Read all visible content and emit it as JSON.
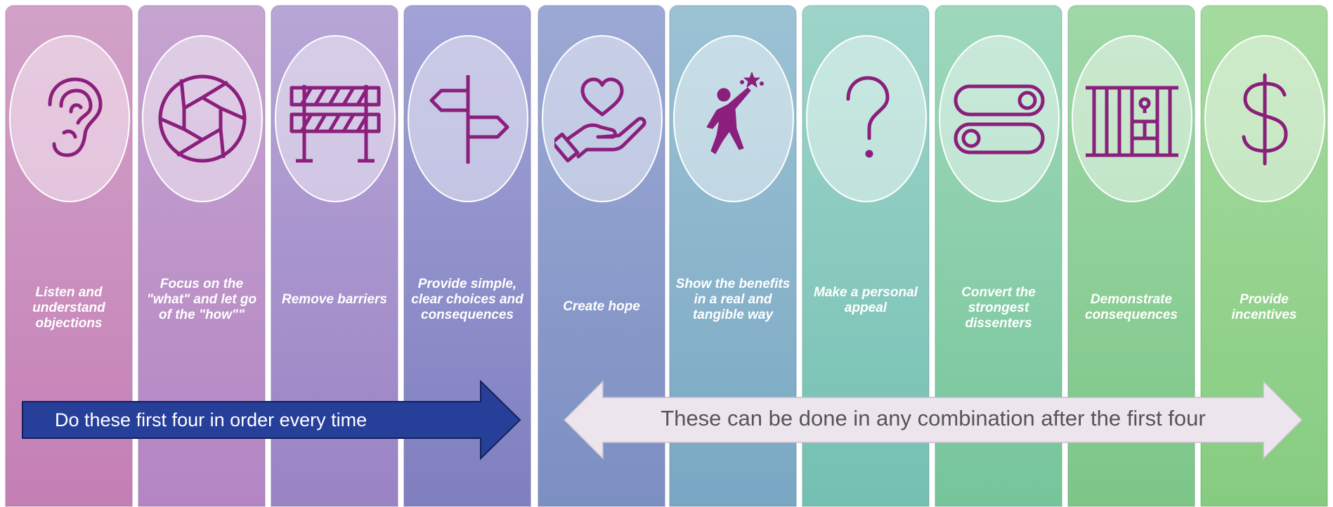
{
  "columns": [
    {
      "label": "Listen and understand objections",
      "icon": "ear-icon",
      "color_top": "#d2a2c8",
      "color_bottom": "#c47fb5"
    },
    {
      "label": "Focus on the \"what\" and let go of the \"how\"\"",
      "icon": "camera-aperture-icon",
      "color_top": "#c6a4d0",
      "color_bottom": "#b485c3"
    },
    {
      "label": "Remove barriers",
      "icon": "barrier-icon",
      "color_top": "#b7a6d6",
      "color_bottom": "#9a83c4"
    },
    {
      "label": "Provide simple, clear choices and consequences",
      "icon": "signpost-icon",
      "color_top": "#a1a2d6",
      "color_bottom": "#7f7fc0"
    },
    {
      "label": "Create hope",
      "icon": "heart-in-hand-icon",
      "color_top": "#9ca9d4",
      "color_bottom": "#7c8fc2"
    },
    {
      "label": "Show the benefits in a real and tangible way",
      "icon": "reaching-star-icon",
      "color_top": "#9cc3d4",
      "color_bottom": "#79a7c3"
    },
    {
      "label": "Make a personal appeal",
      "icon": "question-mark-icon",
      "color_top": "#9ed4ca",
      "color_bottom": "#74c0b2"
    },
    {
      "label": "Convert the strongest dissenters",
      "icon": "toggle-switches-icon",
      "color_top": "#9ed8bc",
      "color_bottom": "#76c59a"
    },
    {
      "label": "Demonstrate consequences",
      "icon": "jail-cell-icon",
      "color_top": "#a0d8a8",
      "color_bottom": "#7cc688"
    },
    {
      "label": "Provide incentives",
      "icon": "dollar-sign-icon",
      "color_top": "#a6dba0",
      "color_bottom": "#86cc80"
    }
  ],
  "arrows": {
    "first": {
      "text": "Do these first four in order every time",
      "fill": "#263f99",
      "stroke": "#14205e",
      "text_color": "#ffffff"
    },
    "second": {
      "text": "These can be done in any combination after the first four",
      "fill": "#ede5ed",
      "stroke": "#c7bfc9",
      "text_color": "#555555"
    }
  },
  "icon_color": "#8a1f7c"
}
